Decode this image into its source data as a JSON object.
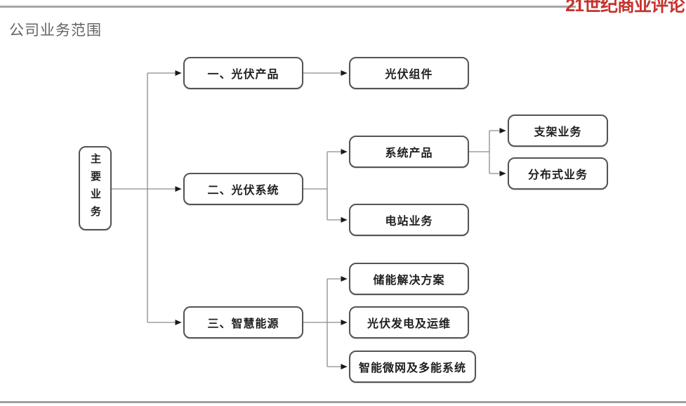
{
  "header": {
    "title": "公司业务范围",
    "brand": "21世纪商业评论"
  },
  "colors": {
    "brand_red": "#c5322c",
    "title_gray": "#646464",
    "box_border": "#545454",
    "connector_line": "#8c8c8c",
    "arrowhead": "#1a1a1a",
    "rule_gray": "#a6a6a6"
  },
  "diagram": {
    "root": {
      "label": "主要业务"
    },
    "branches": [
      {
        "label": "一、光伏产品",
        "children": [
          {
            "label": "光伏组件"
          }
        ]
      },
      {
        "label": "二、光伏系统",
        "children": [
          {
            "label": "系统产品",
            "children": [
              {
                "label": "支架业务"
              },
              {
                "label": "分布式业务"
              }
            ]
          },
          {
            "label": "电站业务"
          }
        ]
      },
      {
        "label": "三、智慧能源",
        "children": [
          {
            "label": "储能解决方案"
          },
          {
            "label": "光伏发电及运维"
          },
          {
            "label": "智能微网及多能系统"
          }
        ]
      }
    ]
  }
}
